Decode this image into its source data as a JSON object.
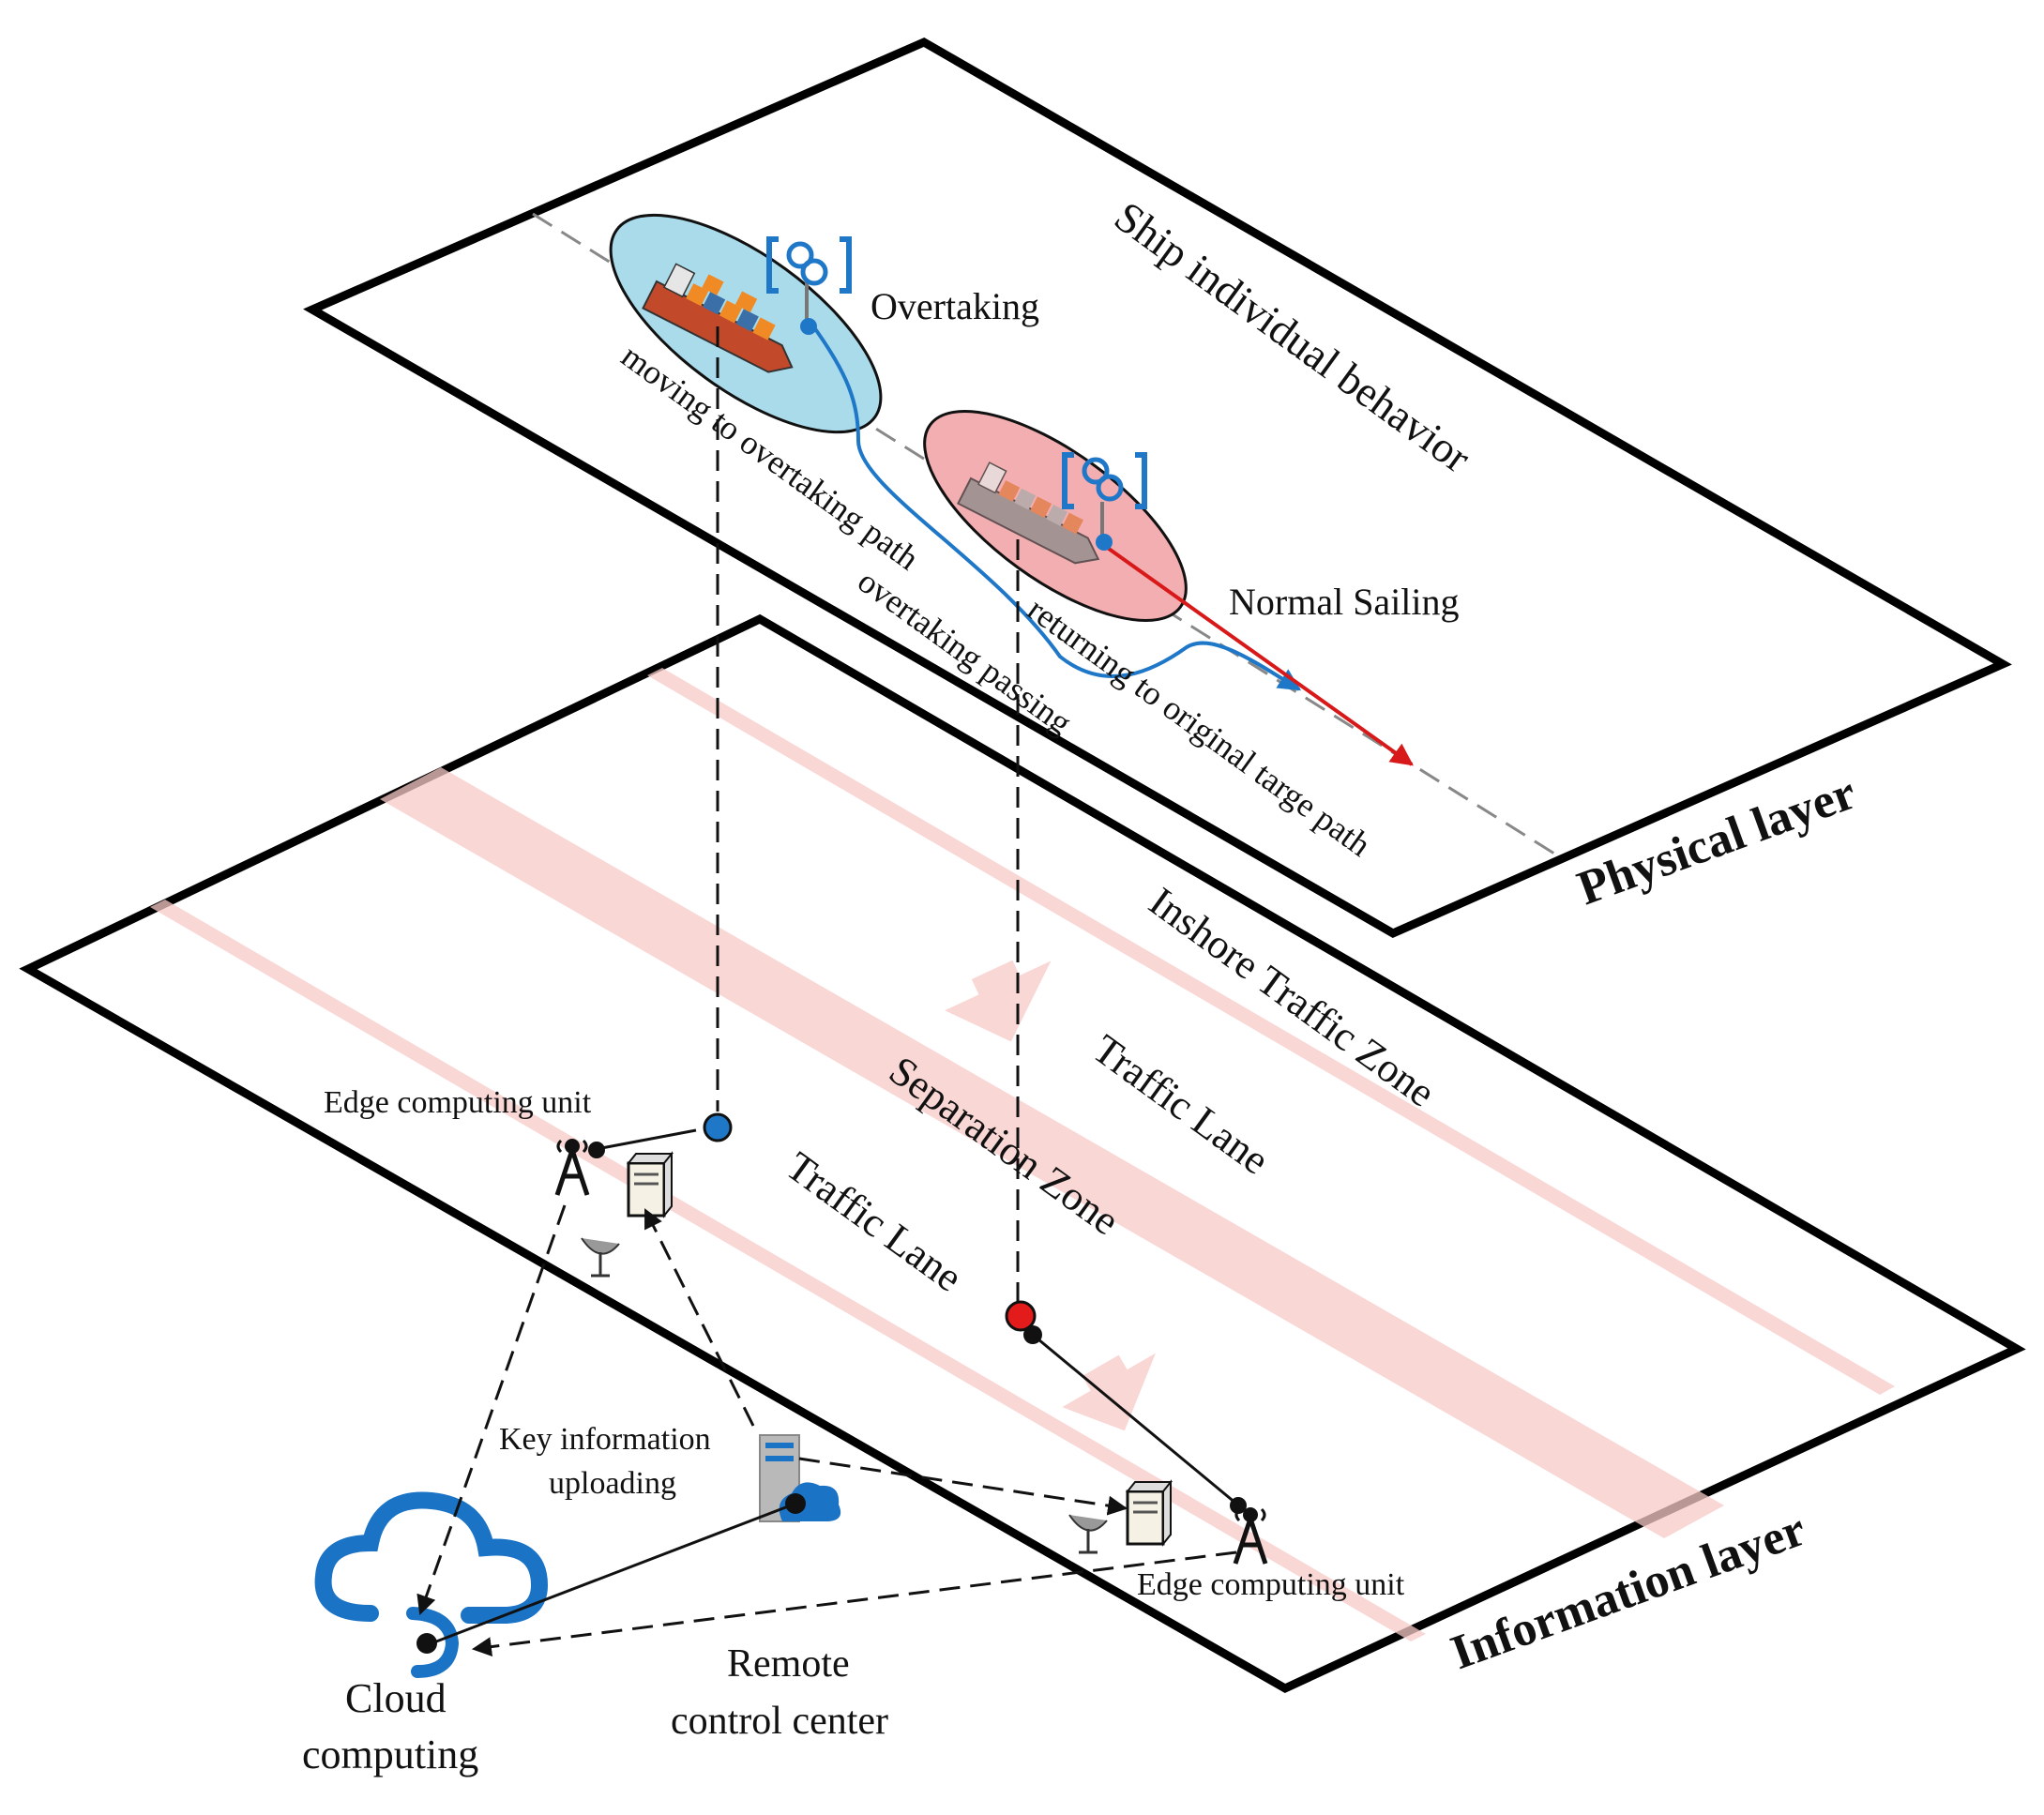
{
  "physical_layer": {
    "title": "Physical layer",
    "header": "Ship individual behavior",
    "ship_a_label": "Overtaking",
    "ship_b_label": "Normal Sailing",
    "path_moving": "moving to overtaking path",
    "path_passing": "overtaking passing",
    "path_returning": "returning to original targe path"
  },
  "information_layer": {
    "title": "Information layer",
    "zone_inshore": "Inshore Traffic Zone",
    "lane_upper": "Traffic Lane",
    "separation": "Separation Zone",
    "lane_lower": "Traffic Lane",
    "edge_unit_top": "Edge computing unit",
    "edge_unit_bottom": "Edge computing unit",
    "key_info_line1": "Key information",
    "key_info_line2": "uploading",
    "remote_line1": "Remote",
    "remote_line2": "control center",
    "cloud_line1": "Cloud",
    "cloud_line2": "computing"
  },
  "colors": {
    "ship_a_ellipse": "#a9dbea",
    "ship_b_ellipse": "#f2aeb0",
    "blue_path": "#1f77c8",
    "red_path": "#d81919",
    "band": "#f7c9c7",
    "cloud": "#1b73c6"
  }
}
